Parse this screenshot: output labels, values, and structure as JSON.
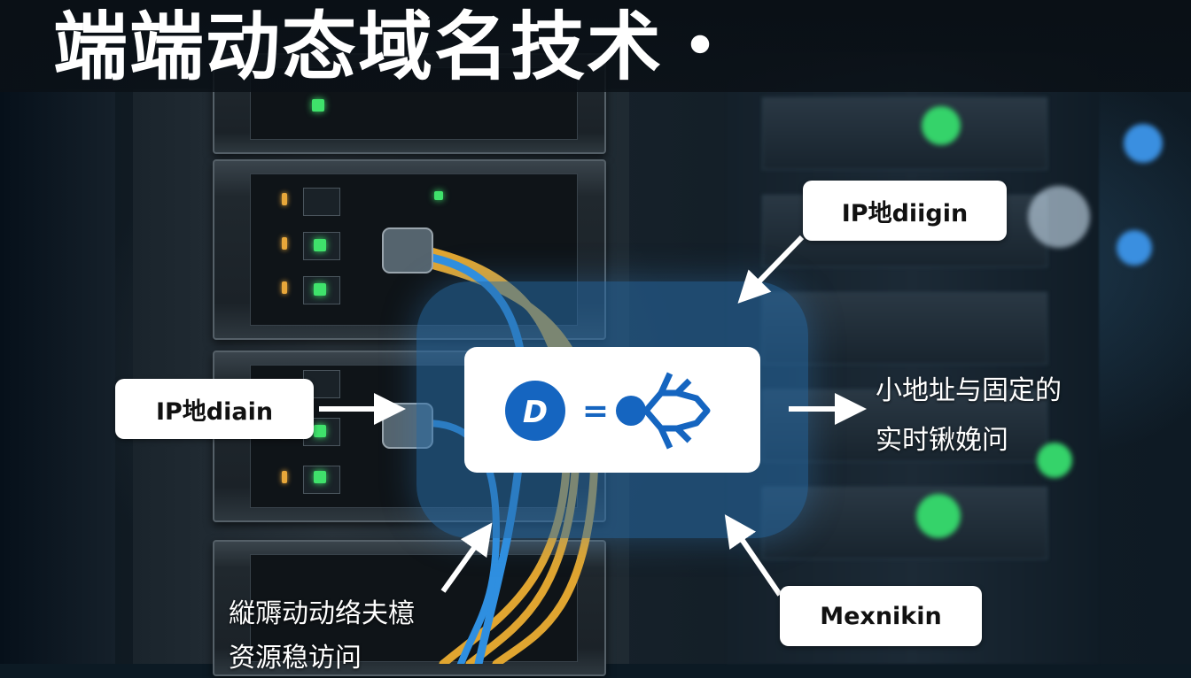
{
  "header": {
    "title": "端端动态域名技术・"
  },
  "center": {
    "logo_text": "D",
    "equals_sign": "=",
    "logo_icon": "id-logo-icon",
    "network_icon": "network-node-icon"
  },
  "labels": {
    "top_right": "IP地diigin",
    "left": "IP地diain",
    "bottom_right": "Mexnikin"
  },
  "right_text": {
    "line1": "小地址与固定的",
    "line2": "实时锹娩问"
  },
  "bottom_left_text": {
    "line1": "縦䢆动动络夫檍",
    "line2": "资源稳访问"
  },
  "colors": {
    "accent_blue": "#1565c0",
    "panel_blue": "#2c78b8",
    "led_green": "#3fe26b",
    "cable_yellow": "#e0a530",
    "cable_blue": "#2f8fe0"
  }
}
